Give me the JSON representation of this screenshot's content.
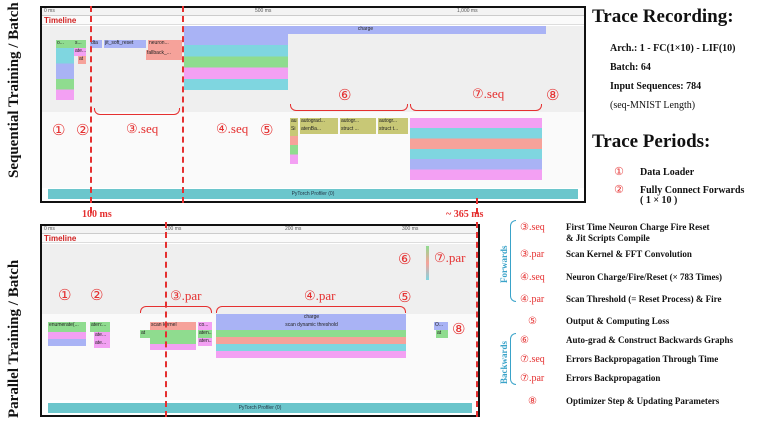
{
  "left_labels": {
    "sequential": "Sequential Training / Batch",
    "parallel": "Parallel Training / Batch"
  },
  "timeline_label": "Timeline",
  "profiler_label": "PyTorch Profiler (0)",
  "top": {
    "ruler": [
      "0 ms",
      "500 ms",
      "1,000 ms"
    ],
    "blocks": {
      "o": "o...",
      "s": "s...",
      "ate": "ate...",
      "at": "at",
      "dta": "dta",
      "jit": "jit_soft_reset",
      "neuron": "neuron...",
      "fallback": "fallback_...",
      "charge": "charge",
      "au": "au",
      "si": "Si",
      "ag1": "autograd...",
      "ag1b": "atenBa...",
      "ag2": "autogr...",
      "ag2b": "struct ...",
      "ag3": "autogr...",
      "ag3b": "struct t..."
    },
    "markers": {
      "m1": "①",
      "m2": "②",
      "m3": "③.seq",
      "m4": "④.seq",
      "m5": "⑤",
      "m6": "⑥",
      "m7": "⑦.seq",
      "m8": "⑧"
    }
  },
  "bottom": {
    "ruler": [
      "0 ms",
      "100 ms",
      "200 ms",
      "300 ms"
    ],
    "blocks": {
      "enum": "enumerate(...",
      "aten": "aten:...",
      "ate1": "ate...",
      "ate2": "ate...",
      "scan": "scan kernel",
      "at": "at",
      "co": "co...",
      "aten2": "aten...",
      "aten3": "aten...",
      "charge": "charge",
      "thresh": "scan dynamic threshold",
      "o": "O...",
      "at2": "at"
    },
    "markers": {
      "m1": "①",
      "m2": "②",
      "m3": "③.par",
      "m4": "④.par",
      "m5": "⑤",
      "m6": "⑥",
      "m7": "⑦.par",
      "m8": "⑧"
    }
  },
  "ms100": "100 ms",
  "ms365": "~ 365 ms",
  "trace_recording": {
    "title": "Trace Recording:",
    "arch": "Arch.: 1 - FC(1×10) - LIF(10)",
    "batch": "Batch: 64",
    "input": "Input Sequences: 784",
    "seq": "(seq-MNIST Length)"
  },
  "trace_periods": {
    "title": "Trace Periods:",
    "p1": {
      "n": "①",
      "t": "Data Loader"
    },
    "p2": {
      "n": "②",
      "t": "Fully Connect Forwards",
      "t2": "( 1 × 10 )"
    }
  },
  "groups": {
    "forwards": "Forwards",
    "backwards": "Backwards"
  },
  "legend": [
    {
      "n": "③.seq",
      "t": "First Time Neuron Charge Fire Reset",
      "t2": "& Jit Scripts Compile"
    },
    {
      "n": "③.par",
      "t": "Scan Kernel & FFT Convolution"
    },
    {
      "n": "④.seq",
      "t": "Neuron Charge/Fire/Reset (× 783 Times)"
    },
    {
      "n": "④.par",
      "t": "Scan Threshold (= Reset Process) & Fire"
    },
    {
      "n": "⑤",
      "t": "Output & Computing Loss"
    },
    {
      "n": "⑥",
      "t": "Auto-grad & Construct Backwards Graphs"
    },
    {
      "n": "⑦.seq",
      "t": "Errors Backpropagation Through Time"
    },
    {
      "n": "⑦.par",
      "t": "Errors Backpropagation"
    },
    {
      "n": "⑧",
      "t": "Optimizer Step & Updating Parameters"
    }
  ],
  "colors": {
    "accent": "#e53030",
    "group": "#3aa3c9",
    "charge": "#a9b3f5",
    "green": "#8fdc8f",
    "pink": "#f3a0f3",
    "cyan": "#7fd6e0",
    "salmon": "#f6a29a",
    "olive": "#c8c876",
    "profiler": "#6cc6cc"
  }
}
